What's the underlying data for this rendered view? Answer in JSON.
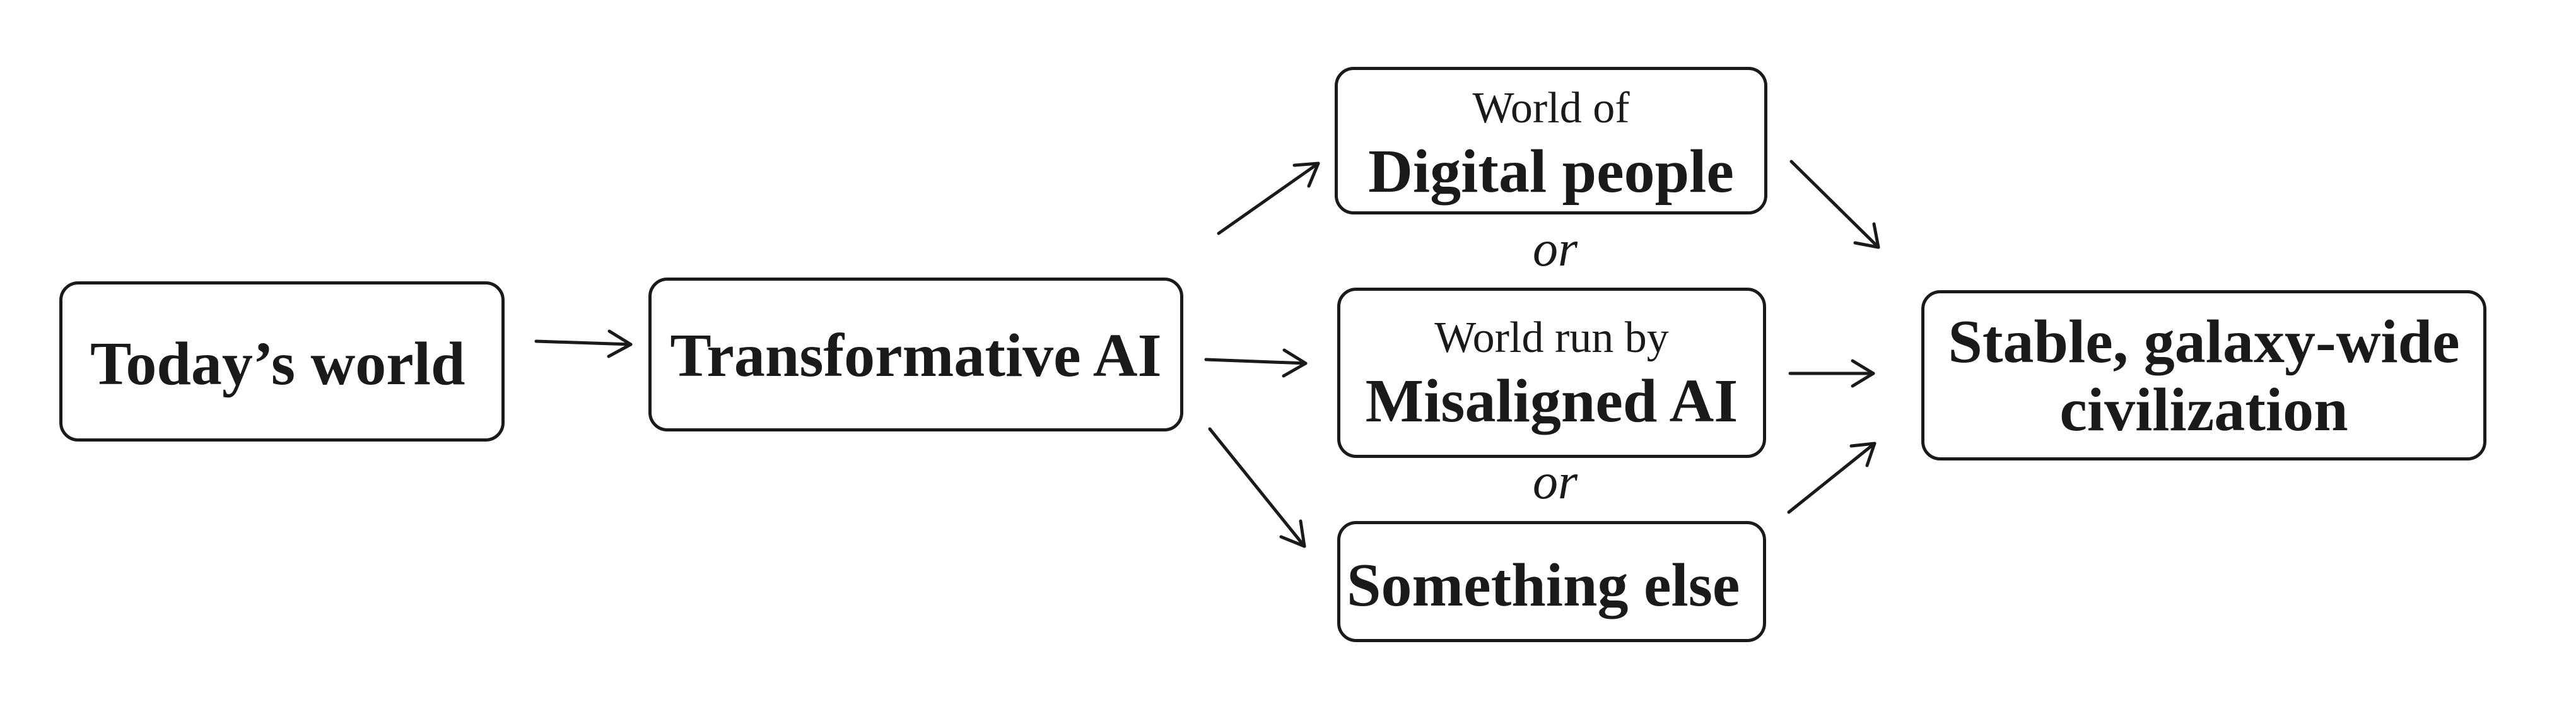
{
  "nodes": {
    "todays_world": {
      "label": "Today’s world"
    },
    "transformative_ai": {
      "label": "Transformative AI"
    },
    "digital_people": {
      "prefix": "World of",
      "label": "Digital people"
    },
    "misaligned_ai": {
      "prefix": "World run by",
      "label": "Misaligned AI"
    },
    "something_else": {
      "label": "Something else"
    },
    "stable_civilization": {
      "line1": "Stable, galaxy-wide",
      "line2": "civilization"
    }
  },
  "separators": {
    "or_top": "or",
    "or_bottom": "or"
  },
  "colors": {
    "stroke": "#1a1a1a",
    "background": "#ffffff"
  }
}
